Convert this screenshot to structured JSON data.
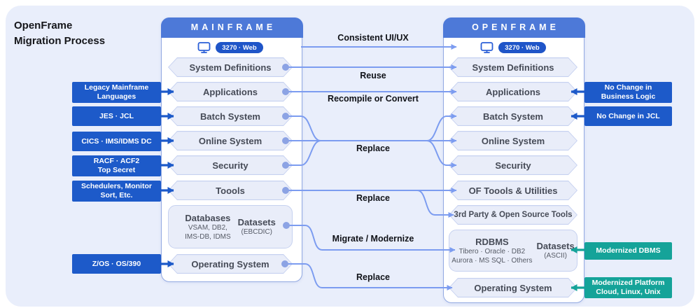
{
  "title": {
    "line1": "OpenFrame",
    "line2": "Migration Process"
  },
  "columns": {
    "mainframe": {
      "header": "MAINFRAME",
      "terminal_badge": "3270 · Web",
      "pills": [
        "System Definitions",
        "Applications",
        "Batch System",
        "Online System",
        "Security",
        "Toools",
        "Operating System"
      ],
      "data_box": {
        "left_title": "Databases",
        "left_sub1": "VSAM, DB2,",
        "left_sub2": "IMS-DB, IDMS",
        "right_title": "Datasets",
        "right_sub": "(EBCDIC)"
      }
    },
    "openframe": {
      "header": "OPENFRAME",
      "terminal_badge": "3270 · Web",
      "pills": [
        "System Definitions",
        "Applications",
        "Batch System",
        "Online System",
        "Security",
        "OF Toools & Utilities",
        "3rd Party & Open Source Tools",
        "Operating System"
      ],
      "data_box": {
        "left_title": "RDBMS",
        "left_sub1": "Tibero · Oracle · DB2",
        "left_sub2": "Aurora · MS SQL · Others",
        "right_title": "Datasets",
        "right_sub": "(ASCII)"
      }
    }
  },
  "left_labels": [
    {
      "line1": "Legacy Mainframe",
      "line2": "Languages"
    },
    {
      "line1": "JES · JCL"
    },
    {
      "line1": "CICS · IMS/IDMS DC"
    },
    {
      "line1": "RACF · ACF2",
      "line2": "Top Secret"
    },
    {
      "line1": "Schedulers, Monitor",
      "line2": "Sort, Etc."
    },
    {
      "line1": "Z/OS · OS/390"
    }
  ],
  "right_labels": [
    {
      "line1": "No Change in",
      "line2": "Business Logic",
      "style": "blue"
    },
    {
      "line1": "No Change in JCL",
      "style": "blue"
    },
    {
      "line1": "Modernized DBMS",
      "style": "teal"
    },
    {
      "line1": "Modernized Platform",
      "line2": "Cloud, Linux, Unix",
      "style": "teal"
    }
  ],
  "flow_labels": [
    "Consistent UI/UX",
    "Reuse",
    "Recompile or Convert",
    "Replace",
    "Replace",
    "Migrate / Modernize",
    "Replace"
  ],
  "colors": {
    "panel_bg": "#e9eefb",
    "header_blue": "#4d79d8",
    "badge_blue": "#1f55c8",
    "label_dark_blue": "#1d5ac9",
    "label_teal": "#15a399",
    "connector_blue": "#7c9cf0",
    "pill_fill": "#e9edf9",
    "pill_border": "#c6d1f0",
    "dot_blue": "#8ca3e4"
  }
}
